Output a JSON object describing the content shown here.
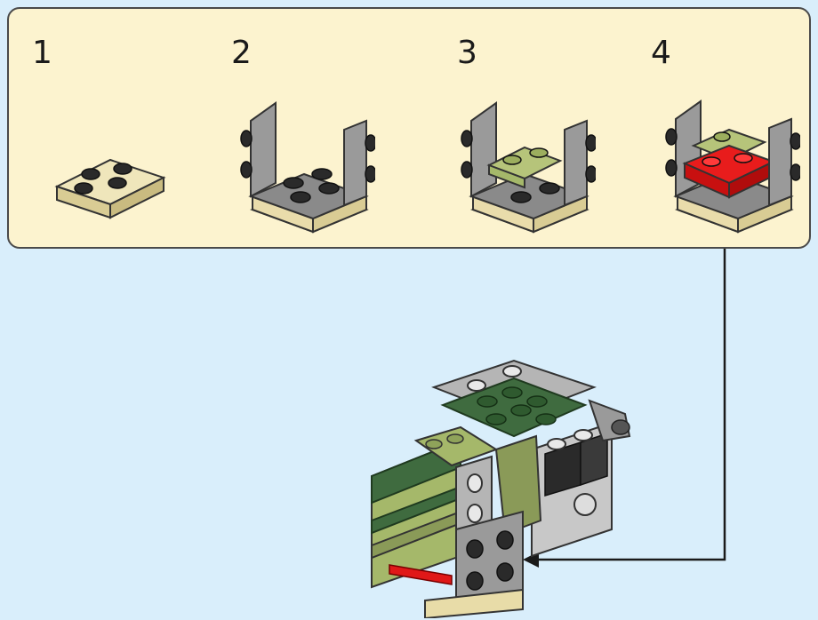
{
  "steps": [
    {
      "number": "1"
    },
    {
      "number": "2"
    },
    {
      "number": "3"
    },
    {
      "number": "4"
    }
  ],
  "colors": {
    "background": "#d9eefb",
    "panel": "#fcf3cf",
    "tan": "#e8dca8",
    "stud_dark": "#2a2a2a",
    "gray": "#8a8a8a",
    "light_gray": "#b5b5b5",
    "olive": "#a5b86a",
    "dark_green": "#3f6b3f",
    "red": "#e01818"
  },
  "icons": [
    "brick-tan-2x2-icon",
    "bracket-gray-icon",
    "bracket-olive-icon",
    "bracket-red-icon",
    "assembled-model-icon",
    "arrow-icon"
  ]
}
